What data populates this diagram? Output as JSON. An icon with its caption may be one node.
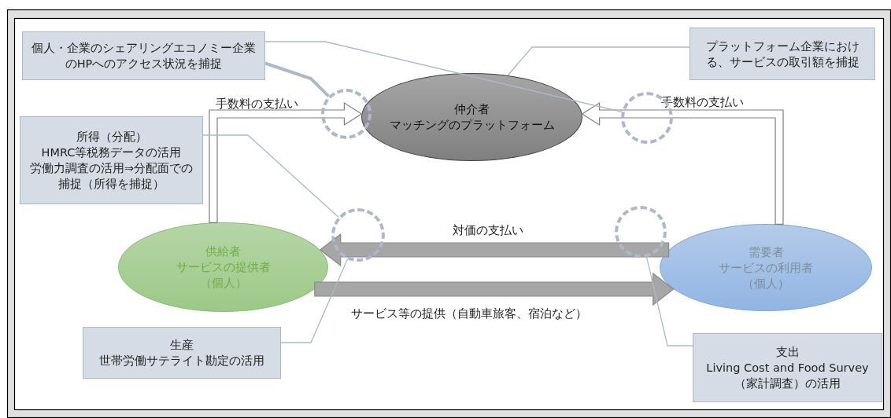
{
  "diagram": {
    "nodes": [
      {
        "text": [
          "個人・企業のシェアリングエコノミー企業のHPへのアクセス状況を捕捉"
        ]
      },
      {
        "text": [
          "プラットフォーム企業における、サービスの取引額を捕捉"
        ]
      },
      {
        "text": [
          "所得（分配）",
          "HMRC等税務データの活用",
          "労働力調査の活用⇒分配面での捕捉（所得を捕捉）"
        ]
      },
      {
        "text": [
          "仲介者",
          "マッチングのプラットフォーム"
        ]
      },
      {
        "text": [
          "供給者",
          "サービスの提供者",
          "（個人）"
        ]
      },
      {
        "text": [
          "需要者",
          "サービスの利用者",
          "（個人）"
        ]
      },
      {
        "text": [
          "生産",
          "世帯労働サテライト勘定の活用"
        ]
      },
      {
        "text": [
          "支出",
          "Living Cost and Food Survey（家計調査）の活用"
        ]
      },
      {
        "text": [],
        "shape": "circle"
      },
      {
        "text": [],
        "shape": "circle"
      },
      {
        "text": [],
        "shape": "circle"
      },
      {
        "text": [],
        "shape": "circle"
      }
    ],
    "edges": [
      {
        "from": 4,
        "to": 3,
        "arrow": "to",
        "label": "手数料の支払い",
        "color": "#ffffff"
      },
      {
        "from": 5,
        "to": 3,
        "arrow": "to",
        "label": "手数料の支払い",
        "color": "#ffffff"
      },
      {
        "from": 5,
        "to": 4,
        "arrow": "to",
        "label": "対価の支払い",
        "color": "#a6a6a6"
      },
      {
        "from": 4,
        "to": 5,
        "arrow": "to",
        "label": "サービス等の提供（自動車旅客、宿泊など）",
        "color": "#a6a6a6"
      },
      {
        "from": 0,
        "to": 8,
        "arrow": "none",
        "style": "thick"
      },
      {
        "from": 0,
        "to": 9,
        "arrow": "none"
      },
      {
        "from": 1,
        "to": 3,
        "arrow": "none"
      },
      {
        "from": 2,
        "to": 10,
        "arrow": "none"
      },
      {
        "from": 6,
        "to": 10,
        "arrow": "none"
      },
      {
        "from": 7,
        "to": 11,
        "arrow": "none"
      }
    ]
  }
}
